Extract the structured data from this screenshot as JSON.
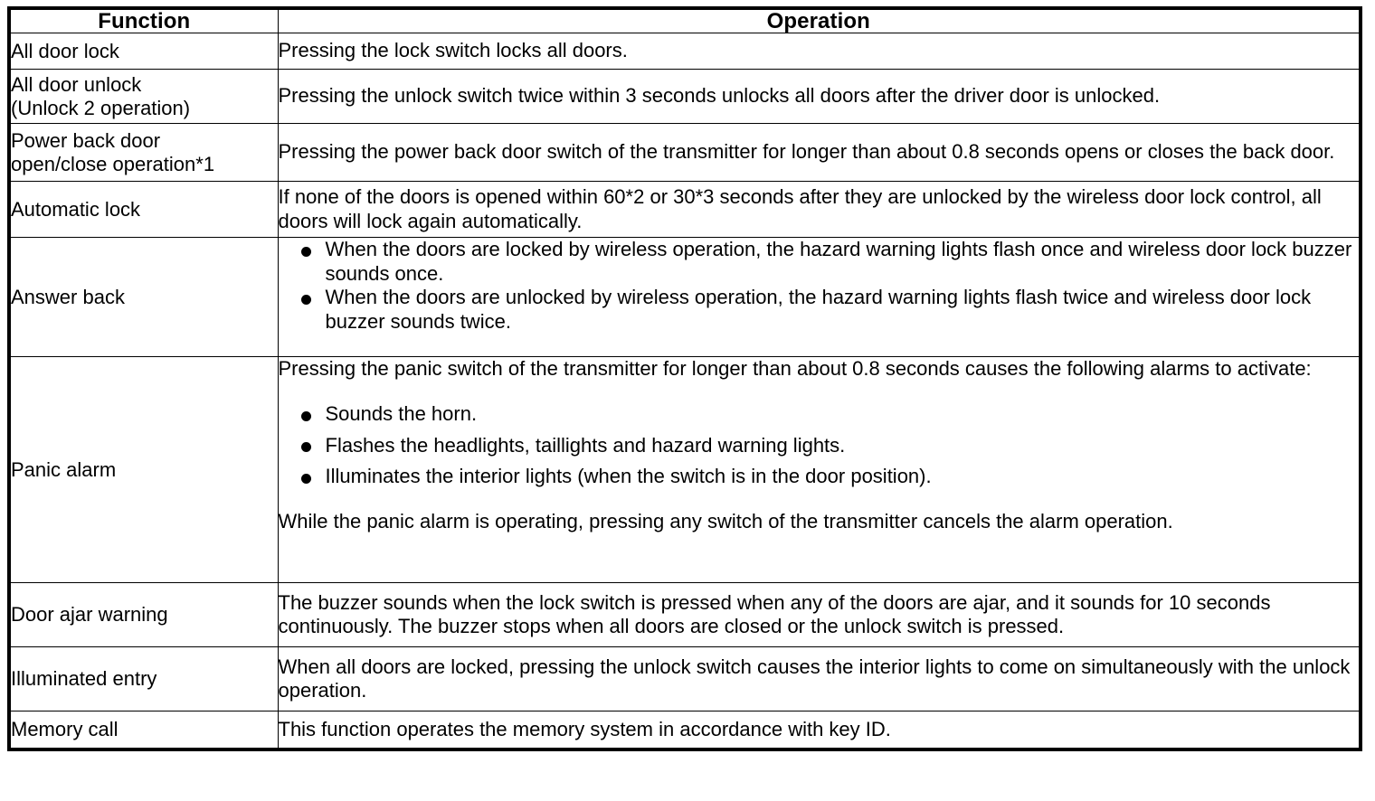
{
  "table": {
    "headers": {
      "function": "Function",
      "operation": "Operation"
    },
    "rows": [
      {
        "function": "All door lock",
        "operation_paragraphs": [
          "Pressing the lock switch locks all doors."
        ],
        "bullets": []
      },
      {
        "function": "All door unlock\n(Unlock 2 operation)",
        "operation_paragraphs": [
          "Pressing the unlock switch twice within 3 seconds unlocks all doors after the driver door is unlocked."
        ],
        "bullets": []
      },
      {
        "function": "Power back door\nopen/close operation*1",
        "operation_paragraphs": [
          "Pressing the power back door switch of the transmitter for longer than about 0.8 seconds opens or closes the back door."
        ],
        "bullets": []
      },
      {
        "function": "Automatic lock",
        "operation_paragraphs": [
          "If none of the doors is opened within 60*2 or 30*3 seconds after they are unlocked by the wireless door lock control, all doors will lock again automatically."
        ],
        "bullets": []
      },
      {
        "function": "Answer back",
        "operation_paragraphs": [],
        "bullets": [
          "When the doors are locked by wireless operation, the hazard warning lights flash once and wireless door lock buzzer sounds once.",
          "When the doors are unlocked by wireless operation, the hazard warning lights flash twice and wireless door lock buzzer sounds twice."
        ]
      },
      {
        "function": "Panic alarm",
        "operation_intro": "Pressing the panic switch of the transmitter for longer than about 0.8 seconds causes the following alarms to activate:",
        "bullets": [
          "Sounds the horn.",
          "Flashes the headlights, taillights and hazard warning lights.",
          "Illuminates the interior lights (when the switch is in the door position)."
        ],
        "operation_outro": "While the panic alarm is operating, pressing any switch of the transmitter cancels the alarm operation."
      },
      {
        "function": "Door ajar warning",
        "operation_paragraphs": [
          "The buzzer sounds when the lock switch is pressed when any of the doors are ajar, and it sounds for 10 seconds continuously. The buzzer stops when all doors are closed or the unlock switch is pressed."
        ],
        "bullets": []
      },
      {
        "function": "Illuminated entry",
        "operation_paragraphs": [
          "When all doors are locked, pressing the unlock switch causes the interior lights to come on simultaneously with the unlock operation."
        ],
        "bullets": []
      },
      {
        "function": "Memory call",
        "operation_paragraphs": [
          "This function operates the memory system in accordance with key ID."
        ],
        "bullets": []
      }
    ]
  }
}
